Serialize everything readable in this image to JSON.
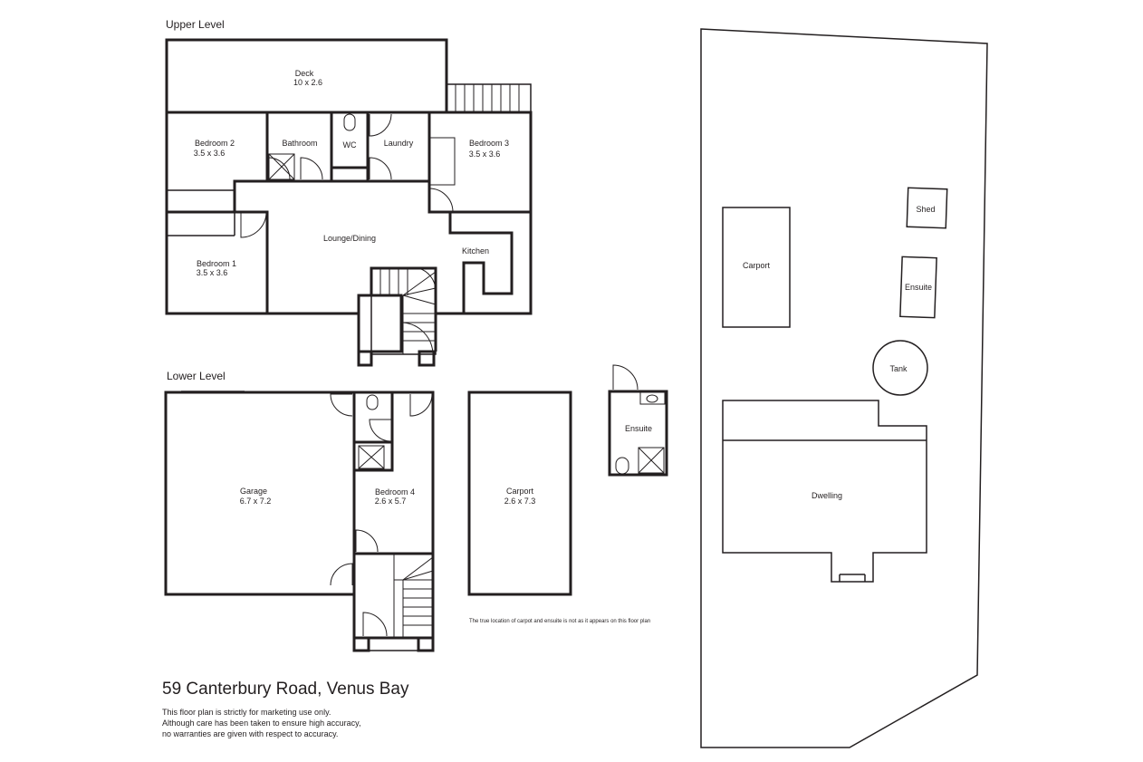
{
  "headings": {
    "upper": "Upper Level",
    "lower": "Lower Level"
  },
  "rooms": {
    "deck": {
      "name": "Deck",
      "size": "10 x 2.6"
    },
    "bedroom2": {
      "name": "Bedroom 2",
      "size": "3.5 x 3.6"
    },
    "bathroom": {
      "name": "Bathroom"
    },
    "wc": {
      "name": "WC"
    },
    "laundry": {
      "name": "Laundry"
    },
    "bedroom3": {
      "name": "Bedroom 3",
      "size": "3.5 x 3.6"
    },
    "lounge": {
      "name": "Lounge/Dining"
    },
    "kitchen": {
      "name": "Kitchen"
    },
    "bedroom1": {
      "name": "Bedroom 1",
      "size": "3.5 x 3.6"
    },
    "garage": {
      "name": "Garage",
      "size": "6.7 x 7.2"
    },
    "bedroom4": {
      "name": "Bedroom 4",
      "size": "2.6 x 5.7"
    },
    "carport": {
      "name": "Carport",
      "size": "2.6 x 7.3"
    },
    "ensuite": {
      "name": "Ensuite"
    }
  },
  "site": {
    "shed": "Shed",
    "carport": "Carport",
    "ensuite": "Ensuite",
    "tank": "Tank",
    "dwelling": "Dwelling"
  },
  "note": "The true location of carpot and ensuite is not as it appears on this floor plan",
  "address": "59 Canterbury Road, Venus Bay",
  "disclaimer": [
    "This floor plan  is strictly for marketing use only.",
    "Although care has been taken to ensure high accuracy,",
    "no warranties are given with respect to accuracy."
  ]
}
